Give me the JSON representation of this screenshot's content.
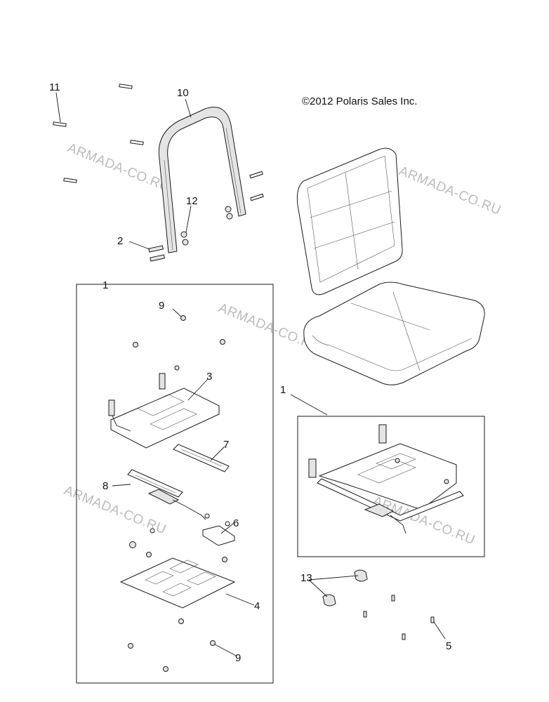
{
  "copyright": "©2012 Polaris Sales Inc.",
  "watermark_text": "ARMADA-CO.RU",
  "callouts": {
    "c1_box": "1",
    "c1_inset": "1",
    "c2": "2",
    "c3": "3",
    "c4": "4",
    "c5": "5",
    "c6": "6",
    "c7": "7",
    "c8": "8",
    "c9_top": "9",
    "c9_bottom": "9",
    "c10": "10",
    "c11": "11",
    "c12": "12",
    "c13": "13"
  },
  "colors": {
    "line": "#1a1a1a",
    "watermark": "#bcbcbc",
    "background": "#ffffff"
  }
}
